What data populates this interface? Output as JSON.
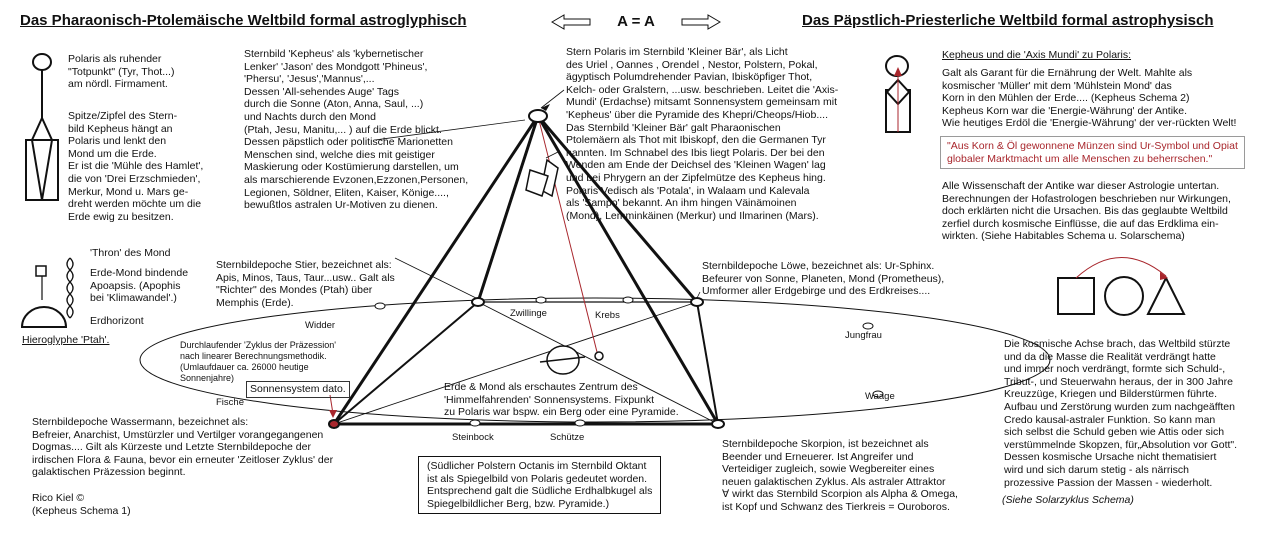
{
  "headers": {
    "left": "Das Pharaonisch-Ptolemäische Weltbild formal astroglyphisch",
    "center": "A = A",
    "right": "Das Päpstlich-Priesterliche Weltbild formal astrophysisch"
  },
  "texts": {
    "polaris": "Polaris als ruhender\n\"Totpunkt\" (Tyr, Thot...)\nam nördl. Firmament.",
    "spitze": "Spitze/Zipfel des Stern-\nbild Kepheus hängt an\nPolaris und lenkt den\nMond um die Erde.\nEr ist die 'Mühle des Hamlet',\ndie von 'Drei Erzschmieden',\nMerkur, Mond u. Mars ge-\ndreht werden möchte um die\nErde ewig zu besitzen.",
    "thron": "'Thron' des Mond",
    "erde_mond": "Erde-Mond bindende\nApoapsis. (Apophis\nbei 'Klimawandel'.)",
    "erdhorizont": "Erdhorizont",
    "hieroglyphe": "Hieroglyphe 'Ptah'.",
    "kepheus": "Sternbild 'Kepheus' als 'kybernetischer\nLenker' 'Jason' des Mondgott 'Phineus',\n'Phersu', 'Jesus','Mannus',...\nDessen 'All-sehendes Auge' Tags\ndurch die Sonne (Aton, Anna, Saul, ...)\nund Nachts durch den Mond\n(Ptah, Jesu, Manitu,... ) auf die Erde blickt.\nDessen päpstlich oder politische Marionetten\nMenschen sind, welche dies mit geistiger\nMaskierung oder Kostümierung darstellen, um\nals marschierende Evzonen,Ezzonen,Personen,\nLegionen, Söldner, Eliten, Kaiser, Könige....,\nbewußtlos astralen Ur-Motiven zu dienen.",
    "stern_polaris": "Stern Polaris im Sternbild 'Kleiner Bär', als Licht\ndes  Uriel ,  Oannes ,  Orendel , Nestor, Polstern, Pokal,\nägyptisch Polumdrehender Pavian, Ibisköpfiger Thot,\nKelch- oder Gralstern, ...usw. beschrieben. Leitet die 'Axis-\nMundi' (Erdachse) mitsamt  Sonnensystem gemeinsam mit\n'Kepheus' über die Pyramide des Khepri/Cheops/Hiob....\nDas Sternbild 'Kleiner Bär' galt Pharaonischen\nPtolemäern als Thot mit Ibiskopf, den die Germanen Tyr\nnannten. Im Schnabel des Ibis liegt Polaris. Der bei den\nWenden am Ende der Deichsel des 'Kleinen Wagen' lag\nund bei Phrygern an der Zipfelmütze des Kepheus hing.\nPolaris Vedisch als 'Potala', in Walaam und Kalevala\nals 'Sampo' bekannt. An ihm hingen Väinämoinen\n(Mond), Lemminkäinen (Merkur) und Ilmarinen (Mars).",
    "kepheus_axis": "Kepheus und die 'Axis Mundi' zu Polaris:",
    "galt": "Galt als Garant für die Ernährung der Welt. Mahlte als\nkosmischer 'Müller' mit dem 'Mühlstein Mond' das\nKorn in den Mühlen der Erde.... (Kepheus Schema 2)\nKepheus Korn war die 'Energie-Währung' der Antike.\nWie heutiges Erdöl die 'Energie-Währung' der ver-rückten Welt!",
    "quote": "\"Aus Korn & Öl gewonnene Münzen sind Ur-Symbol und Opiat\nglobaler Marktmacht um alle Menschen zu beherrschen.\"",
    "wissenschaft": "Alle Wissenschaft der Antike war dieser Astrologie untertan.\nBerechnungen der Hofastrologen beschrieben nur Wirkungen,\ndoch erklärten nicht die Ursachen. Bis das geglaubte Weltbild\nzerfiel durch kosmische Einflüsse, die auf das Erdklima ein-\nwirkten. (Siehe Habitables Schema u. Solarschema)",
    "stier": "Sternbildepoche Stier, bezeichnet als:\nApis, Minos, Taus, Taur...usw.. Galt als\n\"Richter\" des Mondes (Ptah) über\nMemphis (Erde).",
    "loewe": "Sternbildepoche Löwe, bezeichnet als: Ur-Sphinx.\nBefeurer von Sonne, Planeten, Mond (Prometheus),\nUmformer aller Erdgebirge und des Erdkreises....",
    "zyklus": "Durchlaufender 'Zyklus der Präzession'\nnach linearer Berechnungsmethodik.\n(Umlaufdauer ca. 26000 heutige\nSonnenjahre)",
    "sonnensystem_dato": "Sonnensystem dato.",
    "erde_mond_zentrum": "Erde & Mond als erschautes Zentrum des\n'Himmelfahrenden' Sonnensystems. Fixpunkt\nzu Polaris war bspw. ein Berg oder eine Pyramide.",
    "wassermann": "Sternbildepoche Wassermann, bezeichnet als:\nBefreier, Anarchist, Umstürzler und Vertilger vorangegangenen\nDogmas.... Gilt als Kürzeste und Letzte Sternbildepoche der\nirdischen Flora & Fauna, bevor ein erneuter 'Zeitloser Zyklus' der\ngalaktischen Präzession beginnt.",
    "suedlicher": "(Südlicher Polstern Octanis im Sternbild Oktant\nist als Spiegelbild von Polaris gedeutet worden.\nEntsprechend galt die Südliche Erdhalbkugel als\nSpiegelbildlicher Berg, bzw. Pyramide.)",
    "skorpion": "Sternbildepoche Skorpion,  ist bezeichnet als\nBeender und Erneuerer. Ist Angreifer und\nVerteidiger zugleich, sowie Wegbereiter eines\nneuen galaktischen Zyklus.  Als astraler Attraktor\n∀ wirkt das Sternbild Scorpion als Alpha & Omega,\nist Kopf und Schwanz des Tierkreis = Ouroboros.",
    "achse": "Die kosmische Achse brach, das Weltbild stürzte\nund da die Masse die Realität verdrängt hatte\nund immer noch verdrängt, formte sich Schuld-,\nTribut-, und Steuerwahn heraus, der in 300 Jahre\nKreuzzüge, Kriegen und Bilderstürmen führte.\nAufbau und Zerstörung wurden zum nachgeäfften\nCredo kausal-astraler Funktion. So kann man\nsich selbst die Schuld geben wie  Attis oder sich\nverstümmelnde Skopzen, für„Absolution vor Gott\".\nDessen kosmische Ursache nicht thematisiert\nwird und sich darum stetig - als närrisch\nprozessive Passion der Massen - wiederholt.",
    "solarzyklus": "(Siehe Solarzyklus Schema)",
    "rico": "Rico Kiel ©\n(Kepheus Schema 1)"
  },
  "zodiac": {
    "widder": "Widder",
    "zwillinge": "Zwillinge",
    "krebs": "Krebs",
    "jungfrau": "Jungfrau",
    "waage": "Waage",
    "fische": "Fische",
    "steinbock": "Steinbock",
    "schuetze": "Schütze"
  }
}
